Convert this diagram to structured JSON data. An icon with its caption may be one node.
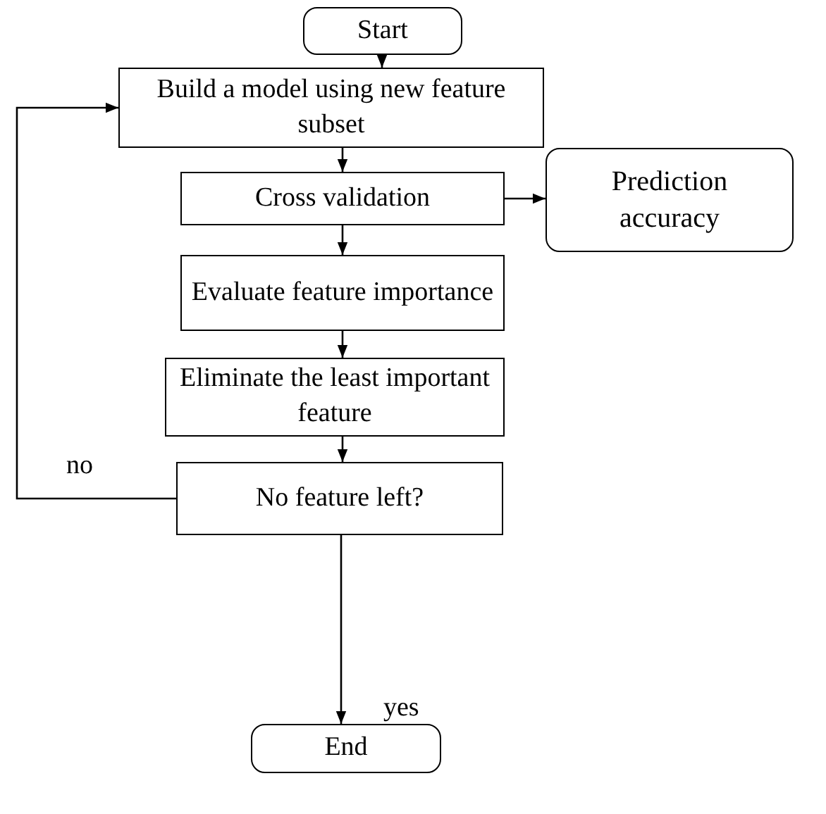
{
  "diagram": {
    "nodes": [
      {
        "text": [
          "Start"
        ]
      },
      {
        "text": [
          "Build a model using new feature subset"
        ]
      },
      {
        "text": [
          "Cross validation"
        ]
      },
      {
        "text": [
          "Prediction accuracy"
        ]
      },
      {
        "text": [
          "Evaluate feature importance"
        ]
      },
      {
        "text": [
          "Eliminate the least important feature"
        ]
      },
      {
        "text": [
          "No feature left?"
        ]
      },
      {
        "text": [
          "End"
        ]
      }
    ],
    "edges": [
      {
        "from": 0,
        "to": 1,
        "arrow": "to"
      },
      {
        "from": 1,
        "to": 2,
        "arrow": "to"
      },
      {
        "from": 2,
        "to": 3,
        "arrow": "to"
      },
      {
        "from": 2,
        "to": 4,
        "arrow": "to"
      },
      {
        "from": 4,
        "to": 5,
        "arrow": "to"
      },
      {
        "from": 5,
        "to": 6,
        "arrow": "to"
      },
      {
        "from": 6,
        "to": 7,
        "arrow": "to",
        "label": "yes"
      },
      {
        "from": 6,
        "to": 1,
        "arrow": "to",
        "label": "no"
      }
    ]
  }
}
